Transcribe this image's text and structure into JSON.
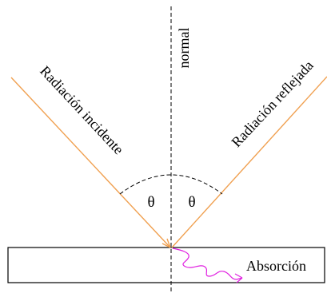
{
  "labels": {
    "incident": "Radiación incidente",
    "reflected": "Radiación reflejada",
    "normal": "normal",
    "theta": "θ",
    "absorption": "Absorción"
  },
  "colors": {
    "ray": "#f0a050",
    "absorption_wave": "#e020e0",
    "lines": "#000000",
    "background": "#ffffff"
  }
}
